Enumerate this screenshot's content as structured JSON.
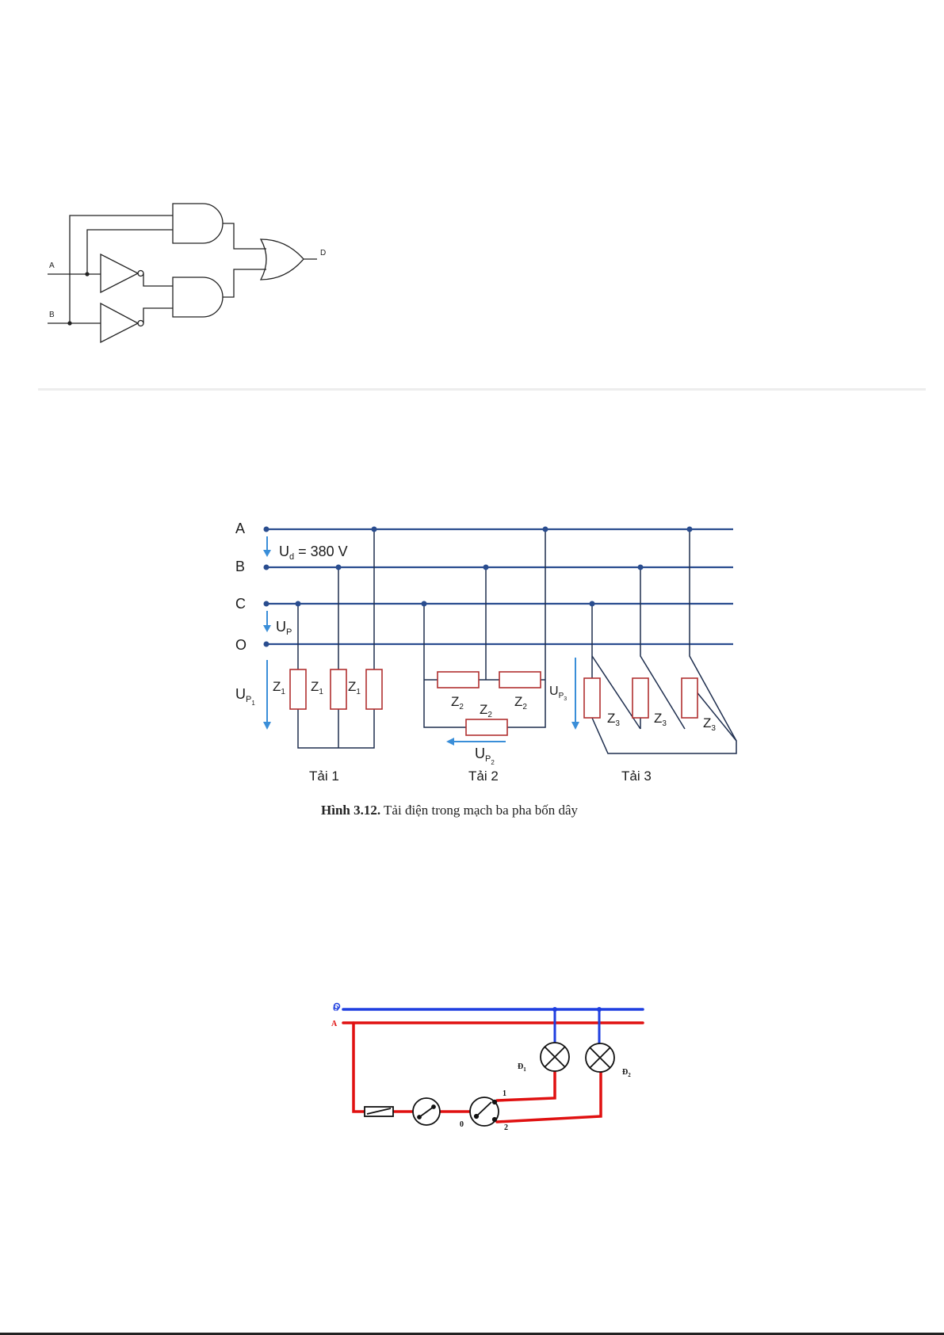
{
  "logic_circuit": {
    "input_a": "A",
    "input_b": "B",
    "output": "D"
  },
  "three_phase": {
    "lines": [
      "A",
      "B",
      "C",
      "O"
    ],
    "line_voltage": {
      "symbol": "U",
      "sub": "d",
      "rest": " = 380 V"
    },
    "phase_voltage": {
      "symbol": "U",
      "sub": "P"
    },
    "up1": {
      "symbol": "U",
      "sub": "P",
      "subsub": "1"
    },
    "up2": {
      "symbol": "U",
      "sub": "P",
      "subsub": "2"
    },
    "up3": {
      "symbol": "U",
      "sub": "P",
      "subsub": "3"
    },
    "z1": {
      "symbol": "Z",
      "sub": "1"
    },
    "z2": {
      "symbol": "Z",
      "sub": "2"
    },
    "z3": {
      "symbol": "Z",
      "sub": "3"
    },
    "load1": "Tải 1",
    "load2": "Tải 2",
    "load3": "Tải 3",
    "caption_bold": "Hình 3.12.",
    "caption_text": " Tải điện trong mạch ba pha bốn dây"
  },
  "lamp_circuit": {
    "neutral": "O",
    "phase": "A",
    "lamp1": {
      "symbol": "Đ",
      "sub": "1"
    },
    "lamp2": {
      "symbol": "Đ",
      "sub": "2"
    },
    "pos0": "0",
    "pos1": "1",
    "pos2": "2"
  },
  "colors": {
    "blue_line": "#2a4d8f",
    "resistor": "#b03030",
    "arrow": "#3a8ed8",
    "wire_red": "#e01010",
    "wire_blue": "#1f3fe0"
  }
}
